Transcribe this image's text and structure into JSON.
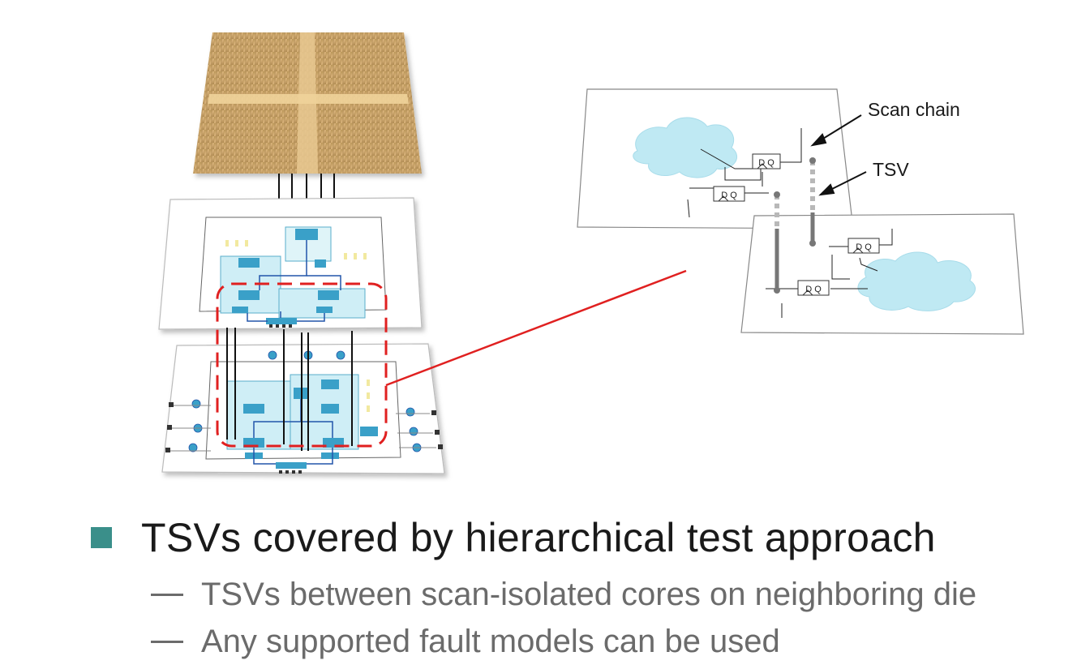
{
  "diagram": {
    "callouts": {
      "scan_chain": "Scan chain",
      "tsv": "TSV"
    },
    "flipflop_label": "D Q",
    "colors": {
      "red_dashed_box": "#e02020",
      "cloud": "#bfe9f3",
      "die_core": "#3aa0c8",
      "die_top_gold": "#c9a060",
      "bullet": "#3a8f8a"
    }
  },
  "bullets": {
    "main": "TSVs covered by hierarchical test approach",
    "sub": [
      "TSVs between scan-isolated cores on neighboring die",
      "Any supported fault models can be used"
    ]
  }
}
